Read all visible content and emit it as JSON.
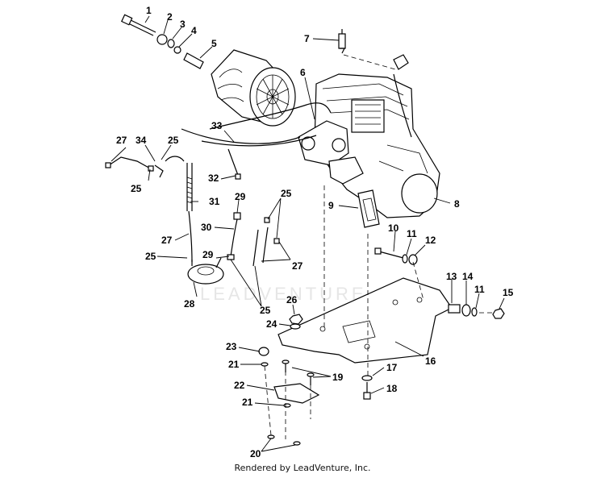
{
  "diagram": {
    "callouts": [
      "1",
      "2",
      "3",
      "4",
      "5",
      "6",
      "7",
      "8",
      "9",
      "10",
      "11",
      "12",
      "13",
      "14",
      "11",
      "15",
      "16",
      "17",
      "18",
      "19",
      "20",
      "21",
      "21",
      "22",
      "23",
      "24",
      "25",
      "25",
      "25",
      "25",
      "25",
      "26",
      "27",
      "27",
      "27",
      "28",
      "29",
      "29",
      "30",
      "31",
      "32",
      "33",
      "34"
    ]
  },
  "watermark": {
    "text": "LEADVENTURE"
  },
  "footer": {
    "text": "Rendered by LeadVenture, Inc."
  }
}
